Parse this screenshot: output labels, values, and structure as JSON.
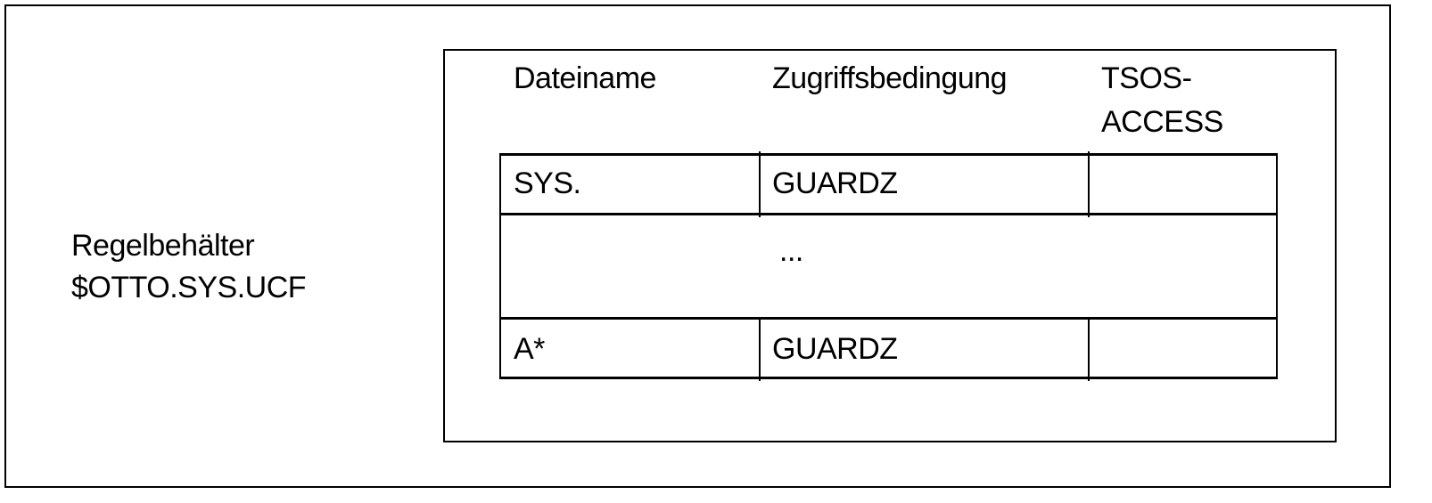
{
  "container": {
    "label_line1": "Regelbehälter",
    "label_line2": "$OTTO.SYS.UCF"
  },
  "table": {
    "headers": {
      "filename": "Dateiname",
      "condition": "Zugriffsbedingung",
      "tsos_line1": "TSOS-",
      "tsos_line2": "ACCESS"
    },
    "rows": [
      {
        "filename": "SYS.",
        "condition": "GUARDZ",
        "tsos": ""
      },
      {
        "ellipsis": "..."
      },
      {
        "filename": "A*",
        "condition": "GUARDZ",
        "tsos": ""
      }
    ]
  }
}
